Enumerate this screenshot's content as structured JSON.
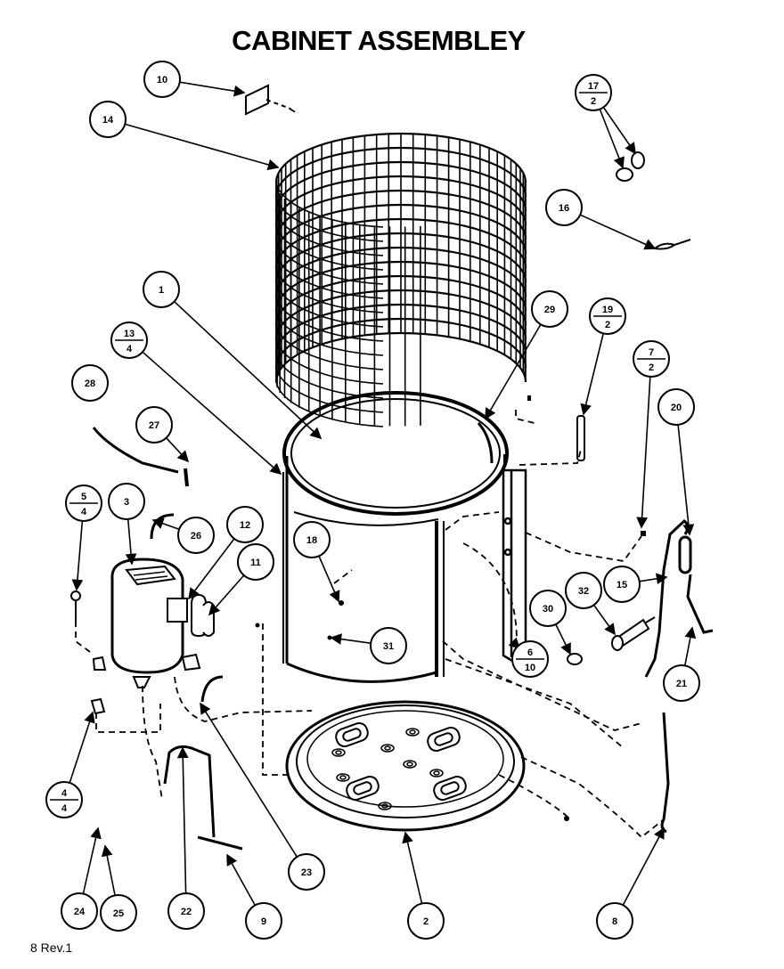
{
  "title": "CABINET ASSEMBLEY",
  "footer": "8 Rev.1",
  "callouts": [
    {
      "id": "c10",
      "label": "10"
    },
    {
      "id": "c14",
      "label": "14"
    },
    {
      "id": "c17",
      "num": "17",
      "den": "2"
    },
    {
      "id": "c16",
      "label": "16"
    },
    {
      "id": "c1",
      "label": "1"
    },
    {
      "id": "c29",
      "label": "29"
    },
    {
      "id": "c19",
      "num": "19",
      "den": "2"
    },
    {
      "id": "c13",
      "num": "13",
      "den": "4"
    },
    {
      "id": "c7",
      "num": "7",
      "den": "2"
    },
    {
      "id": "c28",
      "label": "28"
    },
    {
      "id": "c20",
      "label": "20"
    },
    {
      "id": "c27",
      "label": "27"
    },
    {
      "id": "c5",
      "num": "5",
      "den": "4"
    },
    {
      "id": "c3",
      "label": "3"
    },
    {
      "id": "c26",
      "label": "26"
    },
    {
      "id": "c12",
      "label": "12"
    },
    {
      "id": "c18",
      "label": "18"
    },
    {
      "id": "c11",
      "label": "11"
    },
    {
      "id": "c15",
      "label": "15"
    },
    {
      "id": "c32",
      "label": "32"
    },
    {
      "id": "c30",
      "label": "30"
    },
    {
      "id": "c31",
      "label": "31"
    },
    {
      "id": "c6",
      "num": "6",
      "den": "10"
    },
    {
      "id": "c21",
      "label": "21"
    },
    {
      "id": "c4",
      "num": "4",
      "den": "4"
    },
    {
      "id": "c23",
      "label": "23"
    },
    {
      "id": "c24",
      "label": "24"
    },
    {
      "id": "c25",
      "label": "25"
    },
    {
      "id": "c22",
      "label": "22"
    },
    {
      "id": "c9",
      "label": "9"
    },
    {
      "id": "c2",
      "label": "2"
    },
    {
      "id": "c8",
      "label": "8"
    }
  ]
}
